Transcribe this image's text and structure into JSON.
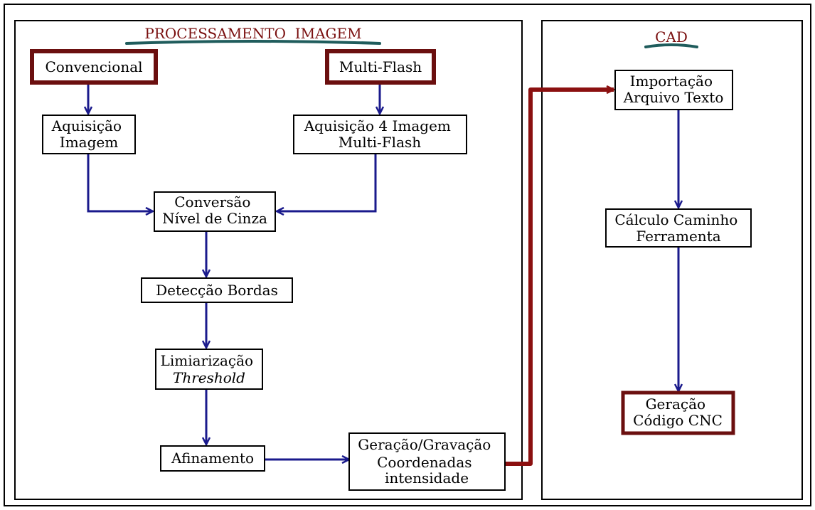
{
  "colors": {
    "title": "#7a1010",
    "title_underline": "#1f5c5c",
    "highlight_border": "#6b0f0f",
    "arrow": "#1a1a8c",
    "link": "#8b1010",
    "panel_border": "#000000"
  },
  "panels": {
    "processing_title": "PROCESSAMENTO  IMAGEM",
    "cad_title": "CAD"
  },
  "nodes": {
    "convencional": {
      "lines": [
        "Convencional"
      ]
    },
    "multiflash": {
      "lines": [
        "Multi-Flash"
      ]
    },
    "aquisicao_imagem": {
      "lines": [
        "Aquisição",
        "Imagem"
      ]
    },
    "aquisicao_4": {
      "lines": [
        "Aquisição 4 Imagem",
        "Multi-Flash"
      ]
    },
    "conversao": {
      "lines": [
        "Conversão",
        "Nível de Cinza"
      ]
    },
    "deteccao": {
      "lines": [
        "Detecção Bordas"
      ]
    },
    "limiarizacao": {
      "lines": [
        "Limiarização",
        "Threshold"
      ]
    },
    "afinamento": {
      "lines": [
        "Afinamento"
      ]
    },
    "geracao_gravacao": {
      "lines": [
        "Geração/Gravação",
        "Coordenadas",
        "intensidade"
      ]
    },
    "importacao": {
      "lines": [
        "Importação",
        "Arquivo Texto"
      ]
    },
    "calculo": {
      "lines": [
        "Cálculo Caminho",
        "Ferramenta"
      ]
    },
    "geracao_cnc": {
      "lines": [
        "Geração",
        "Código CNC"
      ]
    }
  }
}
